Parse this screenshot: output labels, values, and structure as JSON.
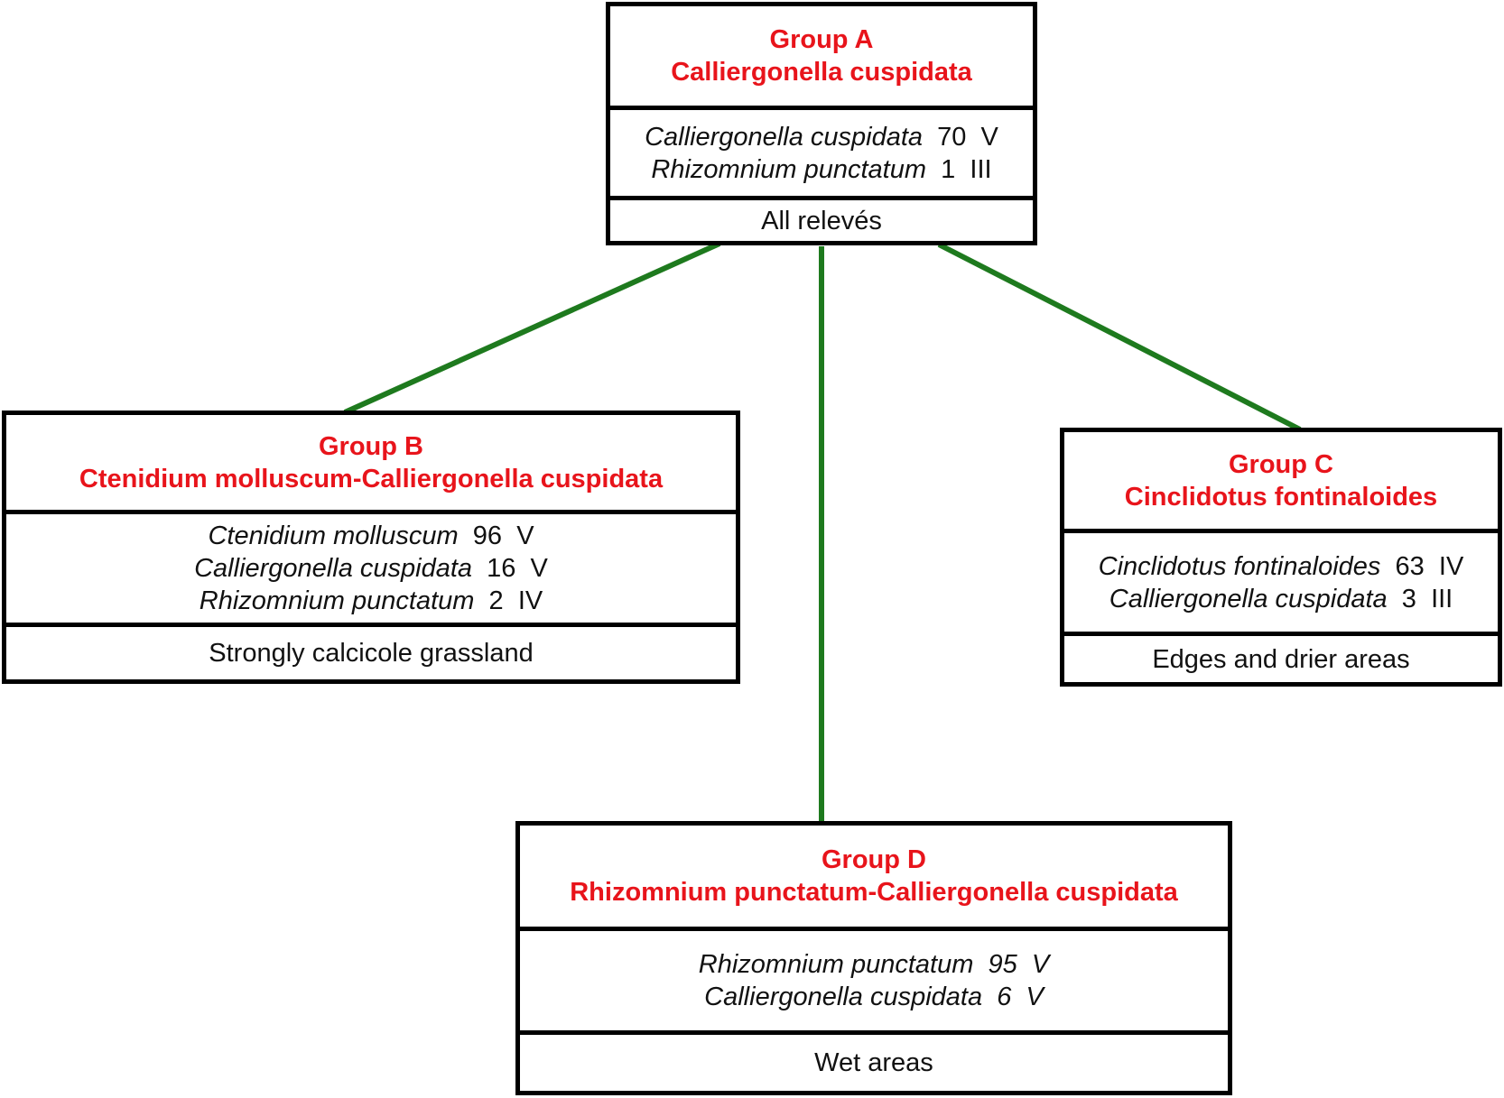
{
  "colors": {
    "title": "#e8141b",
    "connector": "#1e7a1e",
    "border": "#000000"
  },
  "groups": {
    "a": {
      "label": "Group A",
      "name": "Calliergonella cuspidata",
      "species": [
        {
          "name": "Calliergonella cuspidata",
          "cover": "70",
          "constancy": "V"
        },
        {
          "name": "Rhizomnium punctatum",
          "cover": "1",
          "constancy": "III"
        }
      ],
      "description": "All relevés"
    },
    "b": {
      "label": "Group B",
      "name": "Ctenidium molluscum-Calliergonella cuspidata",
      "species": [
        {
          "name": "Ctenidium molluscum",
          "cover": "96",
          "constancy": "V"
        },
        {
          "name": "Calliergonella cuspidata",
          "cover": "16",
          "constancy": "V"
        },
        {
          "name": "Rhizomnium punctatum",
          "cover": "2",
          "constancy": "IV"
        }
      ],
      "description": "Strongly calcicole grassland"
    },
    "c": {
      "label": "Group C",
      "name": "Cinclidotus fontinaloides",
      "species": [
        {
          "name": "Cinclidotus fontinaloides",
          "cover": "63",
          "constancy": "IV"
        },
        {
          "name": "Calliergonella cuspidata",
          "cover": "3",
          "constancy": "III"
        }
      ],
      "description": "Edges and drier areas"
    },
    "d": {
      "label": "Group D",
      "name": "Rhizomnium punctatum-Calliergonella cuspidata",
      "species": [
        {
          "name": "Rhizomnium punctatum",
          "cover": "95",
          "constancy": "V"
        },
        {
          "name": "Calliergonella cuspidata",
          "cover": "6",
          "constancy": "V"
        }
      ],
      "description": "Wet areas"
    }
  }
}
